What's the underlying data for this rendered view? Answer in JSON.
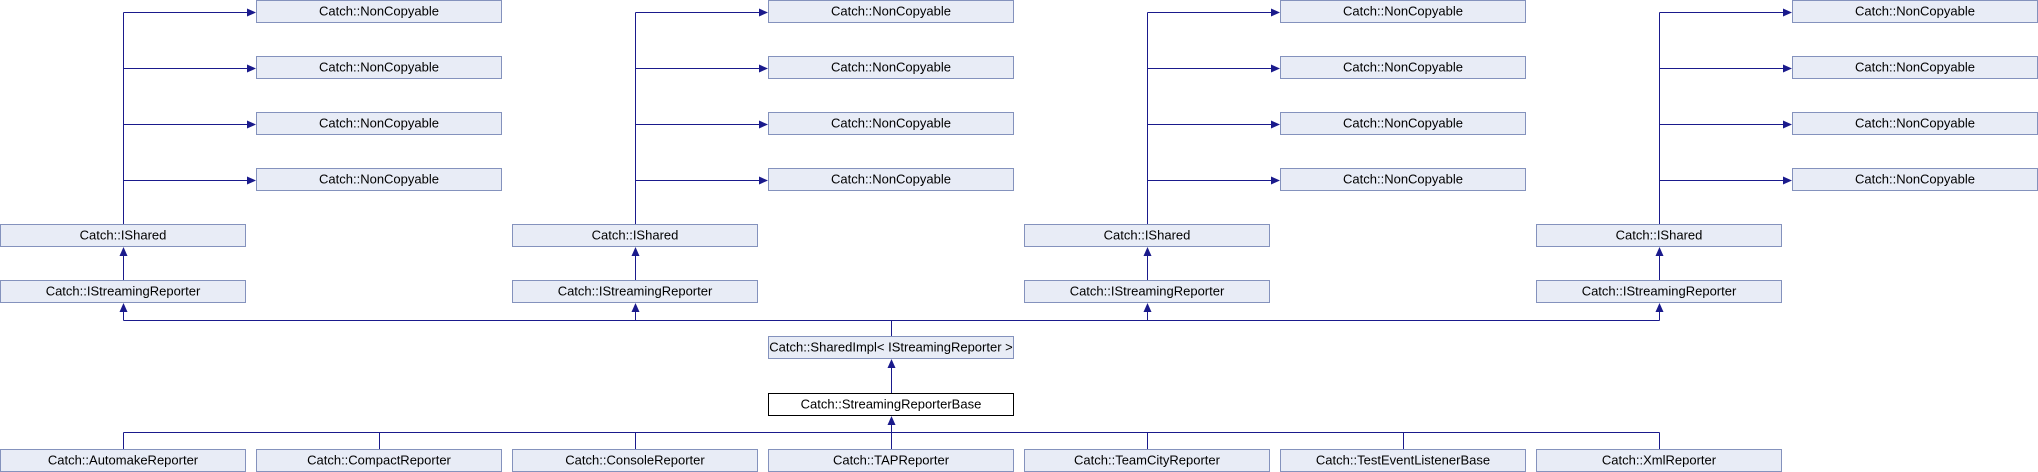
{
  "colors": {
    "node_fill": "#e8ecf6",
    "node_border": "#8492bd",
    "current_fill": "#ffffff",
    "current_border": "#000000",
    "edge": "#1a1a8c",
    "background": "#ffffff"
  },
  "nodes": {
    "noncopyable": "Catch::NonCopyable",
    "ishared": "Catch::IShared",
    "istreaming_reporter": "Catch::IStreamingReporter",
    "shared_impl": "Catch::SharedImpl< IStreamingReporter >",
    "streaming_reporter_base": "Catch::StreamingReporterBase"
  },
  "derived": [
    "Catch::AutomakeReporter",
    "Catch::CompactReporter",
    "Catch::ConsoleReporter",
    "Catch::TAPReporter",
    "Catch::TeamCityReporter",
    "Catch::TestEventListenerBase",
    "Catch::XmlReporter"
  ]
}
